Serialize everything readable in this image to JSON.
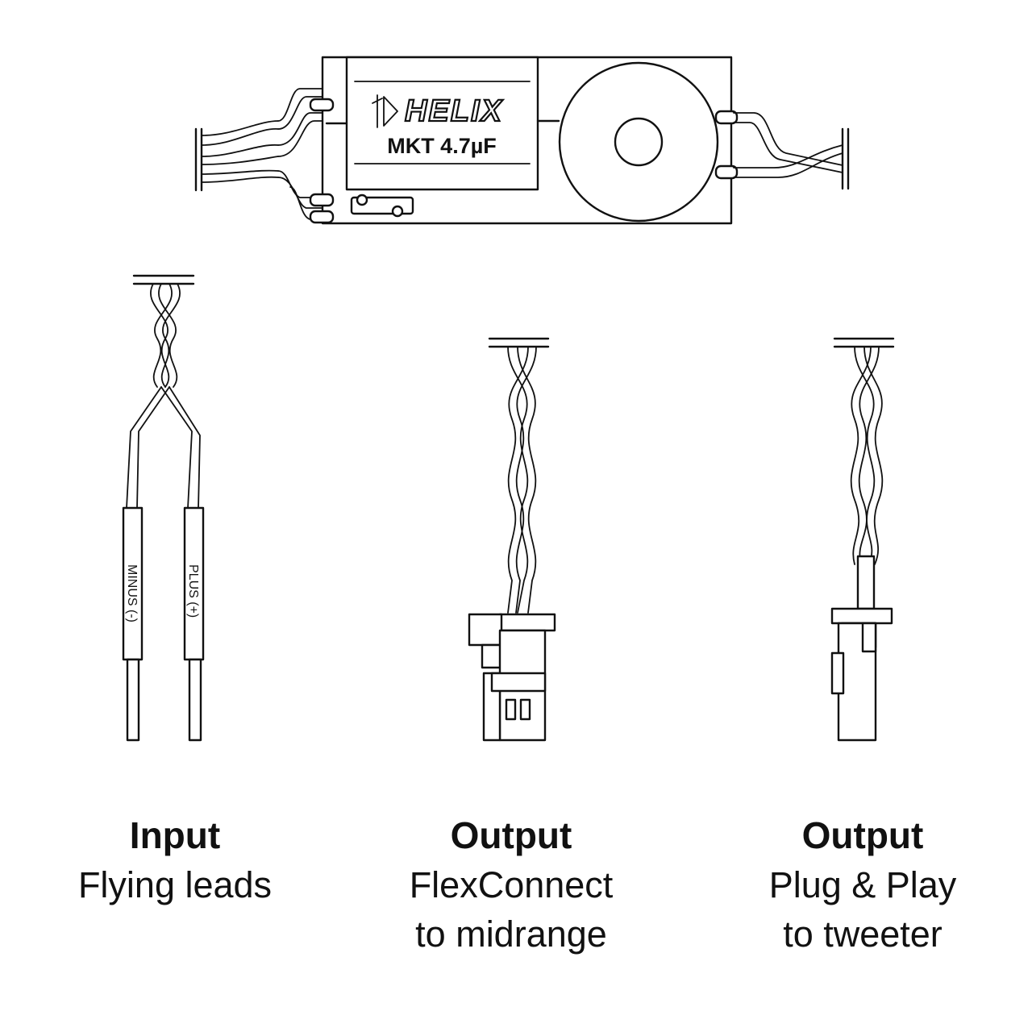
{
  "crossover": {
    "brand": "HELIX",
    "capacitor_label": "MKT 4.7µF"
  },
  "leads": {
    "minus_label": "MINUS (-)",
    "plus_label": "PLUS (+)"
  },
  "captions": [
    {
      "title": "Input",
      "lines": [
        "Flying leads"
      ]
    },
    {
      "title": "Output",
      "lines": [
        "FlexConnect",
        "to midrange"
      ]
    },
    {
      "title": "Output",
      "lines": [
        "Plug & Play",
        "to tweeter"
      ]
    }
  ],
  "colors": {
    "line": "#111111",
    "background": "#ffffff"
  }
}
